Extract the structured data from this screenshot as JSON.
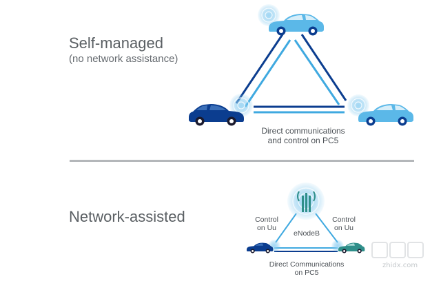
{
  "self_managed": {
    "title": "Self-managed",
    "subtitle": "(no network assistance)",
    "link_label_line1": "Direct communications",
    "link_label_line2": "and control on PC5"
  },
  "network_assisted": {
    "title": "Network-assisted",
    "control_left_line1": "Control",
    "control_left_line2": "on Uu",
    "control_right_line1": "Control",
    "control_right_line2": "on Uu",
    "enodeb_label": "eNodeB",
    "link_label_line1": "Direct Communications",
    "link_label_line2": "on PC5"
  },
  "watermark": {
    "text": "zhidx.com"
  },
  "colors": {
    "dark_blue": "#0b3d8f",
    "light_blue": "#3fa9e0",
    "cyan_car": "#5bb8e8",
    "teal_car": "#2f8f8a",
    "glow": "#7fc7ee",
    "divider": "#b4b7ba"
  },
  "icons": {
    "car": "car-icon",
    "signal": "signal-glow-icon",
    "tower": "cell-tower-icon"
  }
}
